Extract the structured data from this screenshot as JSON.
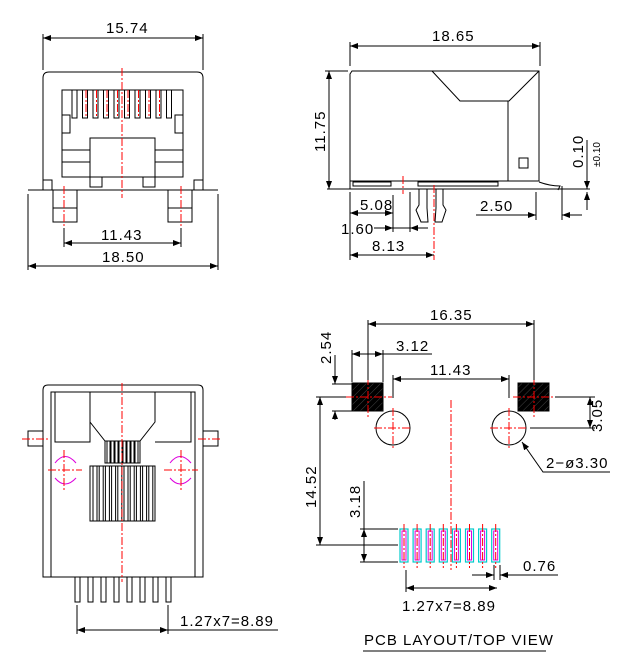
{
  "front_view": {
    "width_top": "15.74",
    "leg_pitch": "11.43",
    "flange_width": "18.50"
  },
  "side_view": {
    "length": "18.65",
    "height": "11.75",
    "standoff": "0.10",
    "standoff_tol": "±0.10",
    "dim_a": "5.08",
    "dim_b": "1.60",
    "dim_c": "8.13",
    "dim_d": "2.50"
  },
  "bottom_view": {
    "pin_span": "1.27x7=8.89",
    "pin_count": 8
  },
  "pcb_layout": {
    "pad_span": "16.35",
    "pad_width": "3.12",
    "hole_pitch": "11.43",
    "pad_offset": "2.54",
    "hole_offset": "3.05",
    "hole_dia": "2−ø3.30",
    "overall": "14.52",
    "row_depth": "3.18",
    "pin_width": "0.76",
    "pin_span": "1.27x7=8.89",
    "title": "PCB LAYOUT/TOP VIEW",
    "pin_count": 8
  },
  "colors": {
    "outline": "#000000",
    "centerline": "#ff0000",
    "contact": "#dd00dd",
    "pad": "#00cccc"
  }
}
